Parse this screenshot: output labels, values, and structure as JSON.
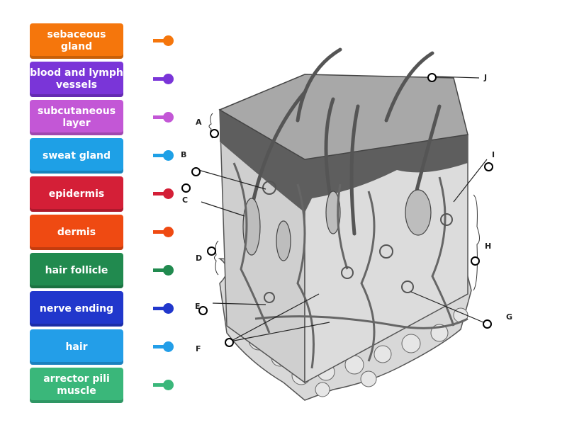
{
  "labels": [
    {
      "text": "sebaceous gland",
      "color": "#f5760c"
    },
    {
      "text": "blood and lymph vessels",
      "color": "#7a35d8"
    },
    {
      "text": "subcutaneous layer",
      "color": "#c357d6"
    },
    {
      "text": "sweat gland",
      "color": "#1ea0e6"
    },
    {
      "text": "epidermis",
      "color": "#d41f37"
    },
    {
      "text": "dermis",
      "color": "#ef4a12"
    },
    {
      "text": "hair follicle",
      "color": "#218a4f"
    },
    {
      "text": "nerve ending",
      "color": "#2137cc"
    },
    {
      "text": "hair",
      "color": "#239ee8"
    },
    {
      "text": "arrector pili muscle",
      "color": "#3ab77a"
    }
  ],
  "markers": [
    "A",
    "B",
    "C",
    "D",
    "E",
    "F",
    "G",
    "H",
    "I",
    "J"
  ]
}
